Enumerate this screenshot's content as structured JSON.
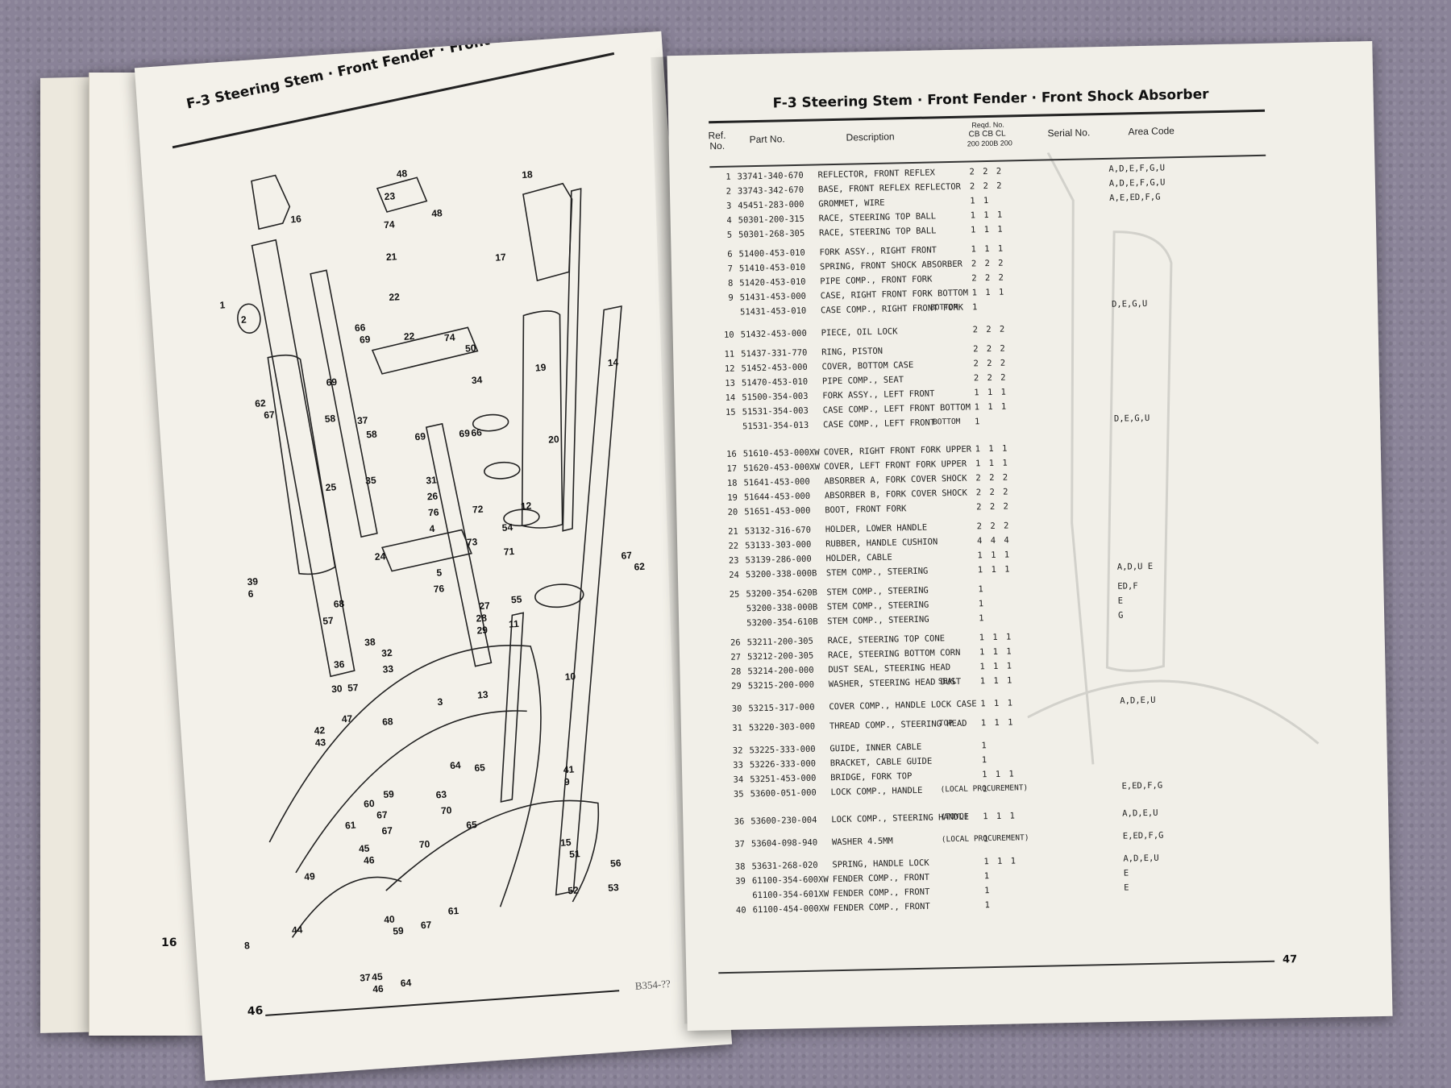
{
  "section_title": "F-3 Steering Stem · Front Fender · Front Shock Absorber",
  "left_page": {
    "page_number": "46",
    "stack_page_number": "16",
    "bottom_code": "B354-??"
  },
  "right_page": {
    "page_number": "47",
    "columns": {
      "ref": "Ref. No.",
      "part": "Part No.",
      "desc": "Description",
      "reqd": "Reqd. No.",
      "models": "CB CB CL",
      "model_codes": "200 200B 200",
      "serial": "Serial No.",
      "area": "Area Code"
    },
    "rows": [
      {
        "ref": "1",
        "pn": "33741-340-670",
        "desc": "REFLECTOR, FRONT REFLEX",
        "q": "2  2  2",
        "area": "A,D,E,F,G,U"
      },
      {
        "ref": "2",
        "pn": "33743-342-670",
        "desc": "BASE, FRONT REFLEX REFLECTOR",
        "q": "2  2  2",
        "area": "A,D,E,F,G,U"
      },
      {
        "ref": "3",
        "pn": "45451-283-000",
        "desc": "GROMMET, WIRE",
        "q": "   1  1",
        "area": "A,E,ED,F,G"
      },
      {
        "ref": "4",
        "pn": "50301-200-315",
        "desc": "RACE, STEERING TOP BALL",
        "q": "1  1  1",
        "area": ""
      },
      {
        "ref": "5",
        "pn": "50301-268-305",
        "desc": "RACE, STEERING TOP BALL",
        "q": "1  1  1",
        "area": ""
      },
      {
        "ref": "6",
        "pn": "51400-453-010",
        "desc": "FORK ASSY., RIGHT FRONT",
        "q": "1  1  1",
        "area": "",
        "gap": true
      },
      {
        "ref": "7",
        "pn": "51410-453-010",
        "desc": "SPRING, FRONT SHOCK ABSORBER",
        "q": "2  2  2",
        "area": ""
      },
      {
        "ref": "8",
        "pn": "51420-453-010",
        "desc": "PIPE COMP., FRONT FORK",
        "q": "2  2  2",
        "area": ""
      },
      {
        "ref": "9",
        "pn": "51431-453-000",
        "desc": "CASE, RIGHT FRONT FORK BOTTOM",
        "q": "1  1  1",
        "area": ""
      },
      {
        "ref": "",
        "pn": "51431-453-010",
        "desc": "CASE COMP., RIGHT FRONT FORK",
        "sub": "BOTTOM",
        "q": "1",
        "area": "D,E,G,U",
        "tall": true
      },
      {
        "ref": "10",
        "pn": "51432-453-000",
        "desc": "PIECE, OIL LOCK",
        "q": "2  2  2",
        "area": ""
      },
      {
        "ref": "11",
        "pn": "51437-331-770",
        "desc": "RING, PISTON",
        "q": "2  2  2",
        "area": "",
        "gap": true
      },
      {
        "ref": "12",
        "pn": "51452-453-000",
        "desc": "COVER, BOTTOM CASE",
        "q": "2  2  2",
        "area": ""
      },
      {
        "ref": "13",
        "pn": "51470-453-010",
        "desc": "PIPE COMP., SEAT",
        "q": "2  2  2",
        "area": ""
      },
      {
        "ref": "14",
        "pn": "51500-354-003",
        "desc": "FORK ASSY., LEFT FRONT",
        "q": "1  1  1",
        "area": ""
      },
      {
        "ref": "15",
        "pn": "51531-354-003",
        "desc": "CASE COMP., LEFT FRONT BOTTOM",
        "q": "1  1  1",
        "area": ""
      },
      {
        "ref": "",
        "pn": "51531-354-013",
        "desc": "CASE COMP., LEFT FRONT",
        "sub": "BOTTOM",
        "q": "1",
        "area": "D,E,G,U",
        "tall": true
      },
      {
        "ref": "16",
        "pn": "51610-453-000XW",
        "desc": "COVER, RIGHT FRONT FORK UPPER",
        "q": "1  1  1",
        "area": "",
        "gap": true
      },
      {
        "ref": "17",
        "pn": "51620-453-000XW",
        "desc": "COVER, LEFT FRONT FORK UPPER",
        "q": "1  1  1",
        "area": ""
      },
      {
        "ref": "18",
        "pn": "51641-453-000",
        "desc": "ABSORBER A, FORK COVER SHOCK",
        "q": "2  2  2",
        "area": ""
      },
      {
        "ref": "19",
        "pn": "51644-453-000",
        "desc": "ABSORBER B, FORK COVER SHOCK",
        "q": "2  2  2",
        "area": ""
      },
      {
        "ref": "20",
        "pn": "51651-453-000",
        "desc": "BOOT, FRONT FORK",
        "q": "2  2  2",
        "area": ""
      },
      {
        "ref": "21",
        "pn": "53132-316-670",
        "desc": "HOLDER, LOWER HANDLE",
        "q": "2  2  2",
        "area": "",
        "gap": true
      },
      {
        "ref": "22",
        "pn": "53133-303-000",
        "desc": "RUBBER, HANDLE CUSHION",
        "q": "4  4  4",
        "area": ""
      },
      {
        "ref": "23",
        "pn": "53139-286-000",
        "desc": "HOLDER, CABLE",
        "q": "1  1  1",
        "area": ""
      },
      {
        "ref": "24",
        "pn": "53200-338-000B",
        "desc": "STEM COMP., STEERING",
        "q": "1  1  1",
        "area": "A,D,U E"
      },
      {
        "ref": "25",
        "pn": "53200-354-620B",
        "desc": "STEM COMP., STEERING",
        "q": "   1",
        "area": "ED,F",
        "gap": true
      },
      {
        "ref": "",
        "pn": "53200-338-000B",
        "desc": "STEM COMP., STEERING",
        "q": "   1",
        "area": "E"
      },
      {
        "ref": "",
        "pn": "53200-354-610B",
        "desc": "STEM COMP., STEERING",
        "q": "   1",
        "area": "G"
      },
      {
        "ref": "26",
        "pn": "53211-200-305",
        "desc": "RACE, STEERING TOP CONE",
        "q": "1  1  1",
        "area": "",
        "gap": true
      },
      {
        "ref": "27",
        "pn": "53212-200-305",
        "desc": "RACE, STEERING BOTTOM CORN",
        "q": "1  1  1",
        "area": ""
      },
      {
        "ref": "28",
        "pn": "53214-200-000",
        "desc": "DUST SEAL, STEERING HEAD",
        "q": "1  1  1",
        "area": ""
      },
      {
        "ref": "29",
        "pn": "53215-200-000",
        "desc": "WASHER, STEERING HEAD DUST",
        "sub": "SEAL",
        "q": "1  1  1",
        "area": "",
        "tall": true
      },
      {
        "ref": "30",
        "pn": "53215-317-000",
        "desc": "COVER COMP., HANDLE LOCK CASE",
        "q": "1  1  1",
        "area": "A,D,E,U"
      },
      {
        "ref": "31",
        "pn": "53220-303-000",
        "desc": "THREAD COMP., STEERING HEAD",
        "sub": "TOP",
        "q": "1  1  1",
        "area": "",
        "tall": true,
        "gap": true
      },
      {
        "ref": "32",
        "pn": "53225-333-000",
        "desc": "GUIDE, INNER CABLE",
        "q": "   1",
        "area": ""
      },
      {
        "ref": "33",
        "pn": "53226-333-000",
        "desc": "BRACKET, CABLE GUIDE",
        "q": "   1",
        "area": ""
      },
      {
        "ref": "34",
        "pn": "53251-453-000",
        "desc": "BRIDGE, FORK TOP",
        "q": "1  1  1",
        "area": ""
      },
      {
        "ref": "35",
        "pn": "53600-051-000",
        "desc": "LOCK COMP., HANDLE",
        "sub": "(LOCAL PROCUREMENT)",
        "q": "   1",
        "area": "E,ED,F,G",
        "tall": true
      },
      {
        "ref": "36",
        "pn": "53600-230-004",
        "desc": "LOCK COMP., STEERING HANDLE",
        "sub": "(TOYO)",
        "q": "1  1  1",
        "area": "A,D,E,U",
        "tall": true,
        "gap": true
      },
      {
        "ref": "37",
        "pn": "53604-098-940",
        "desc": "WASHER 4.5MM",
        "sub": "(LOCAL PROCUREMENT)",
        "q": "   1",
        "area": "E,ED,F,G",
        "tall": true
      },
      {
        "ref": "38",
        "pn": "53631-268-020",
        "desc": "SPRING, HANDLE LOCK",
        "q": "1  1  1",
        "area": "A,D,E,U"
      },
      {
        "ref": "39",
        "pn": "61100-354-600XW",
        "desc": "FENDER COMP., FRONT",
        "q": "1",
        "area": "E"
      },
      {
        "ref": "",
        "pn": "61100-354-601XW",
        "desc": "FENDER COMP., FRONT",
        "q": "   1",
        "area": "E"
      },
      {
        "ref": "40",
        "pn": "61100-454-000XW",
        "desc": "FENDER COMP., FRONT",
        "q": "      1",
        "area": ""
      }
    ]
  },
  "diagram_labels": [
    "48",
    "23",
    "74",
    "21",
    "48",
    "18",
    "16",
    "1",
    "2",
    "17",
    "22",
    "66",
    "69",
    "22",
    "74",
    "50",
    "19",
    "34",
    "69",
    "58",
    "37",
    "58",
    "69",
    "69",
    "66",
    "20",
    "62",
    "67",
    "35",
    "25",
    "31",
    "26",
    "76",
    "72",
    "4",
    "12",
    "54",
    "73",
    "71",
    "24",
    "5",
    "76",
    "27",
    "28",
    "29",
    "55",
    "11",
    "67",
    "62",
    "57",
    "68",
    "38",
    "36",
    "30",
    "57",
    "32",
    "33",
    "3",
    "13",
    "10",
    "47",
    "42",
    "43",
    "68",
    "59",
    "60",
    "67",
    "61",
    "67",
    "45",
    "46",
    "64",
    "65",
    "63",
    "70",
    "65",
    "70",
    "41",
    "9",
    "15",
    "51",
    "56",
    "52",
    "53",
    "49",
    "44",
    "61",
    "40",
    "67",
    "59",
    "37",
    "45",
    "46",
    "64",
    "39",
    "6",
    "14",
    "8"
  ]
}
